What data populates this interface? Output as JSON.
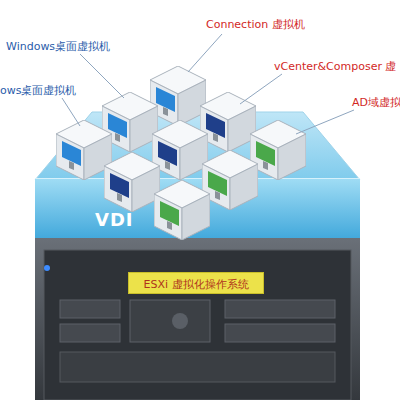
{
  "diagram": {
    "nodes": [
      {
        "text": [
          "VDI"
        ]
      },
      {
        "text": [
          "ESXi 虚拟化操作系统"
        ]
      }
    ],
    "labels": [
      "Connection 虚拟机",
      "Windows桌面虚拟机",
      "vCenter&Composer 虚",
      "ows桌面虚拟机",
      "AD域虚拟"
    ]
  }
}
